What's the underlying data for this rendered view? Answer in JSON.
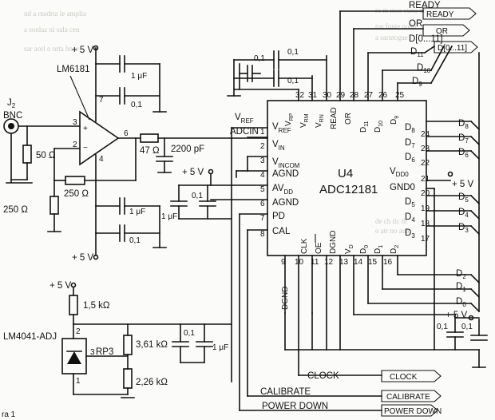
{
  "chip": {
    "designator": "U4",
    "part": "ADC12181"
  },
  "outputs": {
    "ready": "READY",
    "or": "OR",
    "bus": "D[0...11]",
    "ready_tag": "READY",
    "or_tag": "OR",
    "bus_tag": "D[0...11]"
  },
  "input": {
    "connector": "J",
    "bnc": "BNC",
    "opamp": "LM6181",
    "adcin": "ADCIN"
  },
  "reference": {
    "part": "LM4041-ADJ"
  },
  "controls": {
    "clock": "CLOCK",
    "calibrate": "CALIBRATE",
    "power_down": "POWER DOWN",
    "clock_tag": "CLOCK",
    "calibrate_tag": "CALIBRATE",
    "power_down_tag": "POWER DOWN"
  },
  "caption": "ra 1"
}
